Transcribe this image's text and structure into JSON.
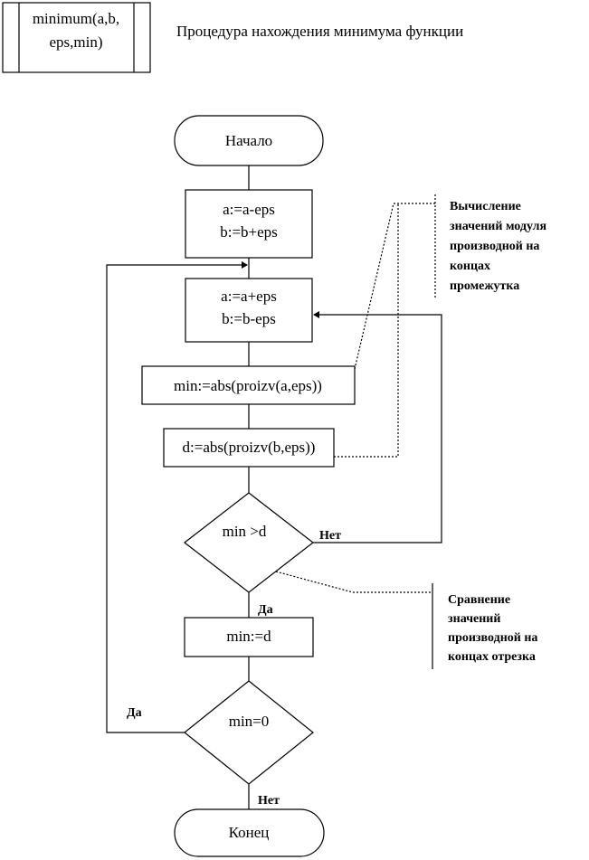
{
  "procedure": {
    "name_line1": "minimum(a,b,",
    "name_line2": "eps,min)",
    "description": "Процедура нахождения минимума функции"
  },
  "nodes": {
    "start": "Начало",
    "init_line1": "a:=a-eps",
    "init_line2": "b:=b+eps",
    "step_line1": "a:=a+eps",
    "step_line2": "b:=b-eps",
    "calc_min": "min:=abs(proizv(a,eps))",
    "calc_d": "d:=abs(proizv(b,eps))",
    "cond1": "min >d",
    "assign": "min:=d",
    "cond2": "min=0",
    "end": "Конец"
  },
  "labels": {
    "cond1_no": "Нет",
    "cond1_yes": "Да",
    "cond2_yes": "Да",
    "cond2_no": "Нет"
  },
  "notes": {
    "note1": [
      "Вычисление",
      "значений модуля",
      "производной на",
      "концах",
      "промежутка"
    ],
    "note2": [
      "Сравнение",
      "значений",
      "производной на",
      "концах отрезка"
    ]
  }
}
